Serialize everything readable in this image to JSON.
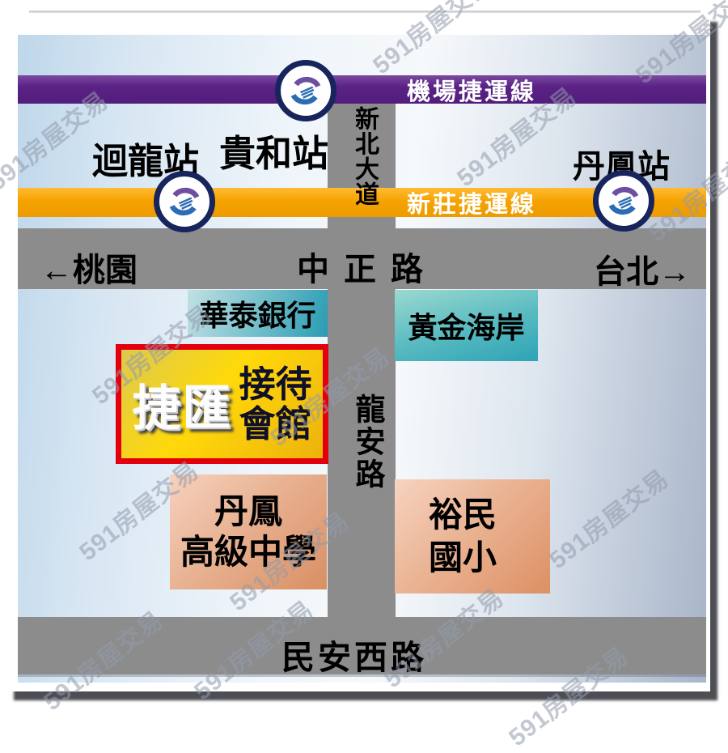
{
  "watermark": {
    "text": "591房屋交易"
  },
  "transit_lines": [
    {
      "name": "airport-mrt-line",
      "label": "機場捷運線",
      "color": "#5a2285"
    },
    {
      "name": "xinzhuang-mrt-line",
      "label": "新莊捷運線",
      "color": "#f5a201"
    }
  ],
  "stations": [
    {
      "name": "huilong-station",
      "label": "迴龍站",
      "icon": "mrt-logo-icon"
    },
    {
      "name": "guihe-station",
      "label": "貴和站",
      "icon": "mrt-logo-icon"
    },
    {
      "name": "danfeng-station",
      "label": "丹鳳站",
      "icon": "mrt-logo-icon"
    }
  ],
  "roads": {
    "xinbei_boulevard": "新北大道",
    "zhongzheng_road": "中正路",
    "longan_road": "龍安路",
    "minan_west_road": "民安西路"
  },
  "directions": {
    "west_label": "←桃園",
    "east_label": "台北→"
  },
  "landmark": {
    "name_text": "捷匯",
    "desc_line1": "接待",
    "desc_line2": "會館",
    "border_color": "#e3000e",
    "fill_color": "#ffd90a"
  },
  "places": [
    {
      "name": "huatai-bank",
      "label": "華泰銀行",
      "color_from": "#c1e0e4",
      "color_to": "#2a9cb4"
    },
    {
      "name": "golden-coast",
      "label": "黃金海岸",
      "color_from": "#9ad9d0",
      "color_to": "#2fa3b6"
    },
    {
      "name": "danfeng-senior-high",
      "line1": "丹鳳",
      "line2": "高級中學",
      "color_from": "#f6d2bf",
      "color_to": "#d98f63"
    },
    {
      "name": "yumin-elementary",
      "line1": "裕民",
      "line2": "國小",
      "color_from": "#f7d3c0",
      "color_to": "#dd9064"
    }
  ]
}
